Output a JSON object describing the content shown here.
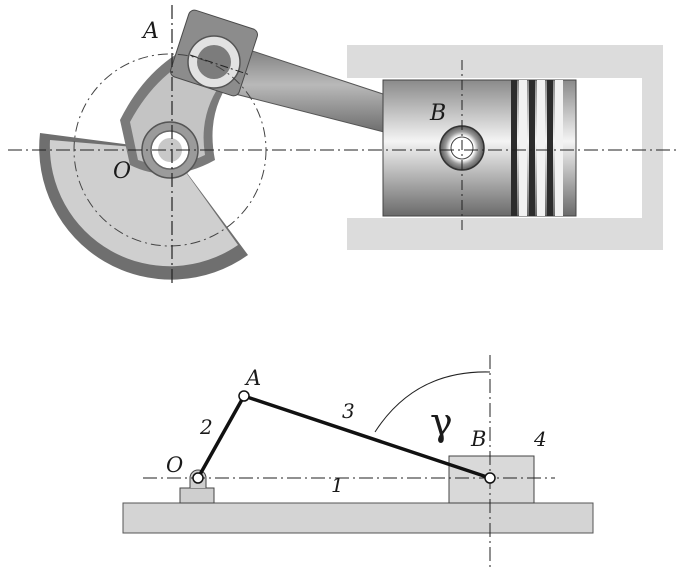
{
  "top_view": {
    "labels": {
      "point_a": "A",
      "point_b": "B",
      "point_o": "O"
    },
    "colors": {
      "metal_dark": "#6f6f6f",
      "metal_light": "#c9c9c9",
      "cylinder": "#dcdcdc",
      "piston_highlight": "#f2f2f2"
    }
  },
  "schematic": {
    "labels": {
      "point_a": "A",
      "point_b": "B",
      "point_o": "O",
      "link_1": "1",
      "link_2": "2",
      "link_3": "3",
      "link_4": "4",
      "angle": "γ"
    },
    "colors": {
      "base": "#d4d4d4",
      "slider": "#d9d9d9",
      "line": "#111111"
    }
  }
}
